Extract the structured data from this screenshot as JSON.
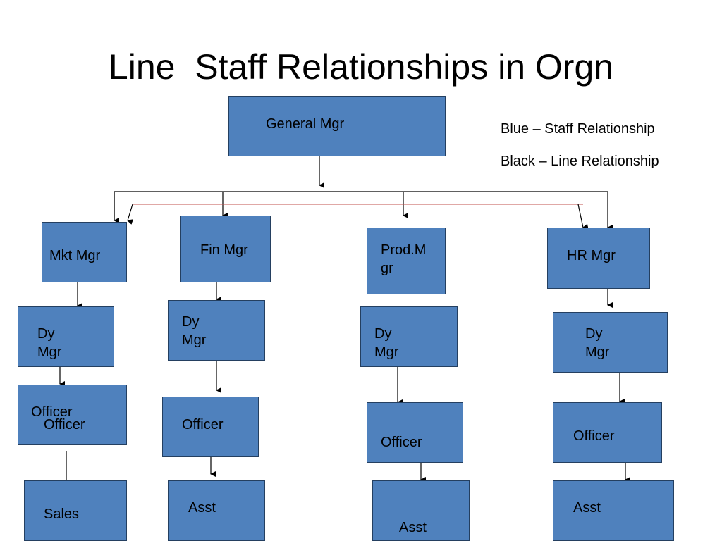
{
  "title": "Line  Staff Relationships in Orgn",
  "legend": {
    "staff": "Blue – Staff Relationship",
    "line": "Black – Line Relationship"
  },
  "nodes": {
    "general_mgr": "General Mgr",
    "mkt_mgr": "Mkt Mgr",
    "fin_mgr": "Fin Mgr",
    "prod_mgr": "Prod.M\ngr",
    "hr_mgr": "HR Mgr",
    "mkt_dy": "Dy\nMgr",
    "fin_dy": "Dy\nMgr",
    "prod_dy": "Dy\nMgr",
    "hr_dy": "Dy\nMgr",
    "mkt_officer_a": "Officer",
    "mkt_officer_b": "Officer",
    "fin_officer": "Officer",
    "prod_officer": "Officer",
    "hr_officer": "Officer",
    "mkt_sales": "Sales",
    "fin_asst": "Asst",
    "prod_asst": "Asst",
    "hr_asst": "Asst"
  }
}
